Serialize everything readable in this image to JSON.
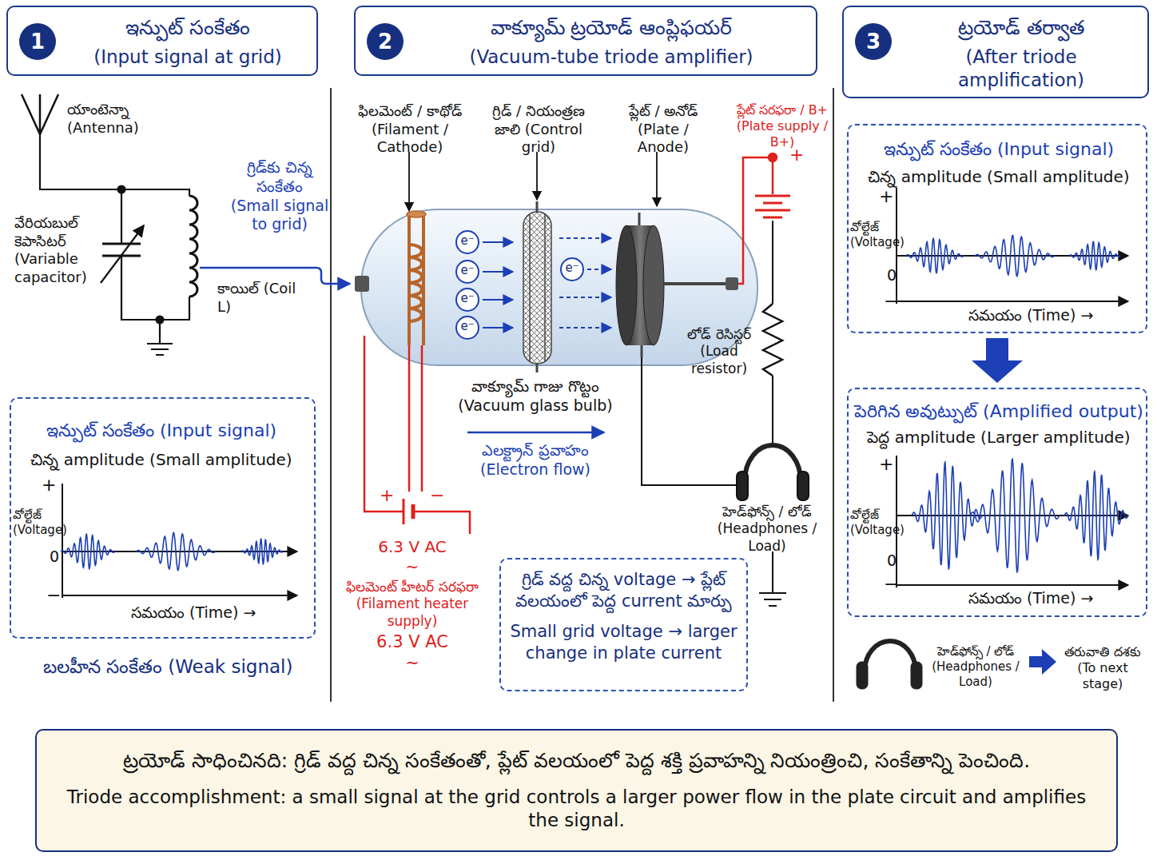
{
  "diagram": {
    "nodes": [
      {
        "text": [
          "1",
          "ఇన్పుట్ సంకేతం",
          "(Input signal at grid)"
        ]
      },
      {
        "text": [
          "2",
          "వాక్యూమ్ ట్రయోడ్ ఆంప్లిఫయర్",
          "(Vacuum-tube triode amplifier)"
        ]
      },
      {
        "text": [
          "3",
          "ట్రయోడ్ తర్వాత",
          "(After triode amplification)"
        ]
      },
      {
        "text": [
          "ఇన్పుట్ సంకేతం (Input signal)",
          "చిన్న amplitude (Small amplitude)",
          "+",
          "వోల్టేజ్ (Voltage)",
          "0",
          "−",
          "సమయం (Time) →"
        ]
      },
      {
        "text": [
          "గ్రిడ్ వద్ద చిన్న voltage → ప్లేట్ వలయంలో పెద్ద current మార్పు",
          "Small grid voltage → larger change in plate current"
        ]
      },
      {
        "text": [
          "ఇన్పుట్ సంకేతం (Input signal)",
          "చిన్న amplitude (Small amplitude)",
          "+",
          "వోల్టేజ్ (Voltage)",
          "0",
          "−",
          "సమయం (Time) →"
        ]
      },
      {
        "text": [
          "పెరిగిన అవుట్పుట్ (Amplified output)",
          "పెద్ద amplitude (Larger amplitude)",
          "+",
          "వోల్టేజ్ (Voltage)",
          "0",
          "−",
          "సమయం (Time) →"
        ]
      },
      {
        "text": [
          "ట్రయోడ్ సాధించినది: గ్రిడ్ వద్ద చిన్న సంకేతంతో, ప్లేట్ వలయంలో పెద్ద శక్తి ప్రవాహన్ని నియంత్రించి, సంకేతాన్ని పెంచింది.",
          "Triode accomplishment: a small signal at the grid controls a larger power flow in the plate circuit and amplifies the signal."
        ]
      }
    ],
    "edges": [
      {
        "from": 5,
        "to": 6,
        "arrow": "to"
      }
    ],
    "labels": [
      "యాంటెన్నా (Antenna)",
      "వేరియబుల్ కెపాసిటర్ (Variable capacitor)",
      "కాయిల్ (Coil L)",
      "గ్రిడ్‌కు చిన్న సంకేతం (Small signal to grid)",
      "బలహీన సంకేతం (Weak signal)",
      "ఫిలమెంట్ / కాథోడ్ (Filament / Cathode)",
      "గ్రిడ్ / నియంత్రణ జాలి (Control grid)",
      "ప్లేట్ / అనోడ్ (Plate / Anode)",
      "ప్లేట్ సరఫరా / B+ (Plate supply / B+)",
      "+",
      "లోడ్ రెసిస్టర్ (Load resistor)",
      "వాక్యూమ్ గాజు గొట్టం (Vacuum glass bulb)",
      "ఎలక్ట్రాన్ ప్రవాహం (Electron flow)",
      "హెడ్‌ఫోన్స్ / లోడ్ (Headphones / Load)",
      "+",
      "−",
      "6.3 V AC ~",
      "ఫిలమెంట్ హీటర్ సరఫరా (Filament heater supply)",
      "6.3 V AC ~",
      "e⁻",
      "e⁻",
      "e⁻",
      "e⁻",
      "e⁻",
      "హెడ్‌ఫోన్స్ / లోడ్ (Headphones / Load)",
      "తరువాతి దశకు (To next stage)"
    ]
  }
}
